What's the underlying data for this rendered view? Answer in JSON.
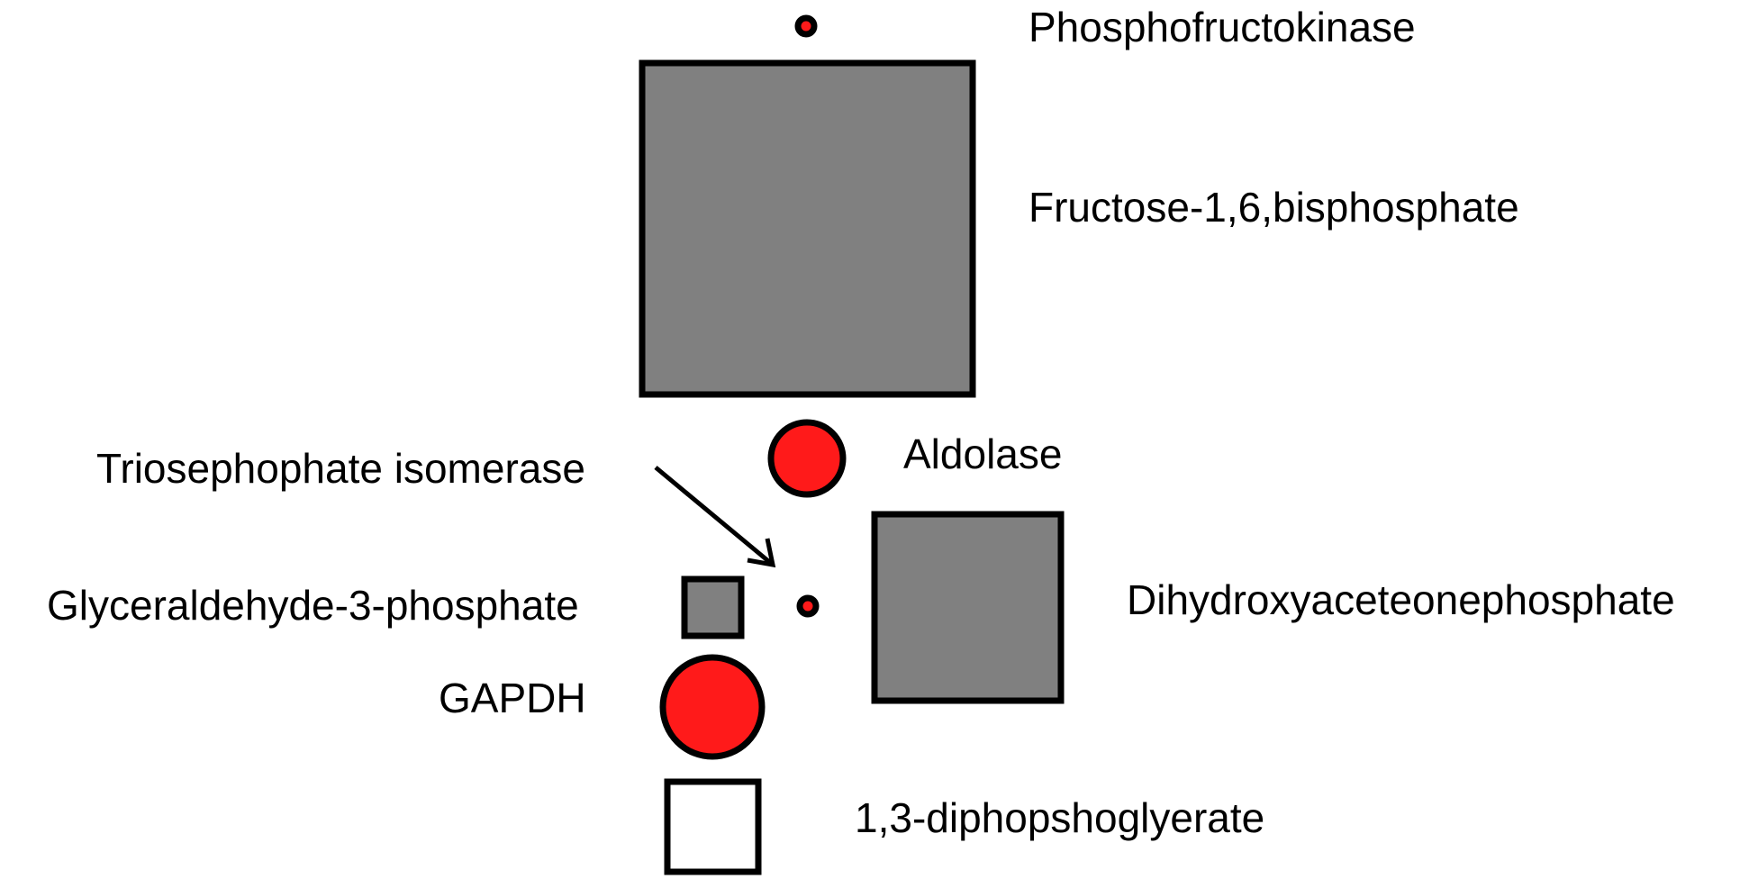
{
  "colors": {
    "metabolite_fill": "#808080",
    "product_fill": "#ffffff",
    "enzyme_fill": "#ff1a1a",
    "outline": "#000000",
    "background": "#ffffff"
  },
  "labels": {
    "phosphofructokinase": "Phosphofructokinase",
    "fructose_bisphosphate": "Fructose-1,6,bisphosphate",
    "aldolase": "Aldolase",
    "triosephosphate_isomerase": "Triosephophate isomerase",
    "dihydroxyacetone_phosphate": "Dihydroxyaceteonephosphate",
    "glyceraldehyde_3_phosphate": "Glyceraldehyde-3-phosphate",
    "gapdh": "GAPDH",
    "diphosphoglycerate": "1,3-diphopshoglyerate"
  }
}
